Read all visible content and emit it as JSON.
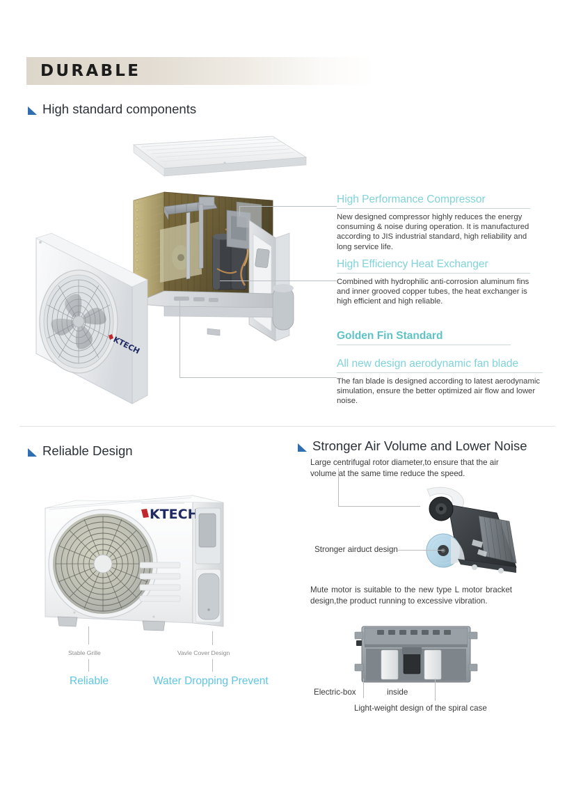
{
  "banner": {
    "title": "DURABLE"
  },
  "sections": {
    "components": {
      "heading": "High standard components"
    },
    "reliable": {
      "heading": "Reliable Design"
    },
    "stronger": {
      "heading": "Stronger Air Volume and Lower Noise",
      "subtext": "Large centrifugal rotor diameter,to ensure that the air volume at the same time reduce the speed.",
      "airduct_label": "Stronger airduct design",
      "mute_text": "Mute motor is suitable to the new type L motor bracket design,the product running to excessive vibration.",
      "electric_box_label": "Electric-box",
      "inside_label": "inside",
      "lightweight_label": "Light-weight design of the spiral case"
    }
  },
  "callouts": [
    {
      "title": "High Performance Compressor",
      "body": "New designed compressor highly reduces the energy consuming & noise during operation. It is manufactured according to JIS industrial standard, high reliability and long service life."
    },
    {
      "title": "High Efficiency Heat Exchanger",
      "body": "Combined with hydrophilic anti-corrosion aluminum fins and inner grooved copper tubes, the heat exchanger is high efficient and high reliable."
    },
    {
      "title": "Golden Fin Standard",
      "body": ""
    },
    {
      "title": "All new design aerodynamic fan blade",
      "body": "The fan blade is designed according to latest aerodynamic simulation, ensure the better optimized air flow and lower noise."
    }
  ],
  "outdoor_unit": {
    "brand": "KTECH",
    "labels": {
      "stable_grille": "Stable Grille",
      "valve_cover": "Vavle Cover Design",
      "reliable": "Reliable",
      "water_dropping": "Water Dropping Prevent"
    }
  },
  "exploded_unit": {
    "brand": "KTECH"
  },
  "colors": {
    "accent_teal": "#7fd3d9",
    "accent_teal_bold": "#5fc3c6",
    "accent_cyan": "#5ec6e3",
    "bullet_blue": "#2f6eb0",
    "banner_beige": "#ddd7cb",
    "brand_navy": "#1f2a63",
    "brand_red": "#c1272d"
  }
}
